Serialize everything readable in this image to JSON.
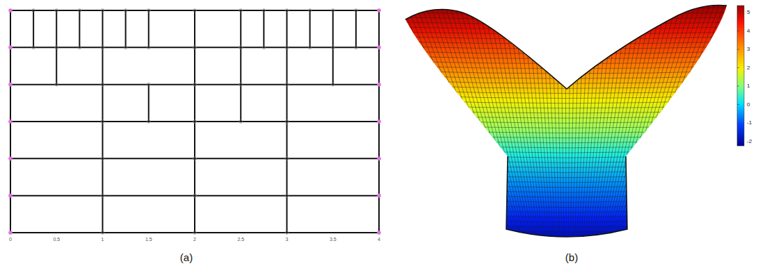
{
  "diagram": {
    "labels": [
      "0",
      "0.5",
      "1",
      "1.5",
      "2",
      "2.5",
      "3",
      "3.5",
      "4",
      "(a)",
      "5",
      "4",
      "3",
      "2",
      "1",
      "0",
      "-1",
      "-2",
      "(b)"
    ]
  }
}
